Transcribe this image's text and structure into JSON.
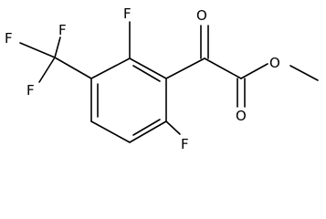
{
  "molecule": {
    "atoms": {
      "f_top": "F",
      "f_cf3_a": "F",
      "f_cf3_b": "F",
      "f_cf3_c": "F",
      "o_keto": "O",
      "o_ester_carbonyl": "O",
      "o_ester_ether": "O",
      "f_bottom": "F"
    }
  }
}
